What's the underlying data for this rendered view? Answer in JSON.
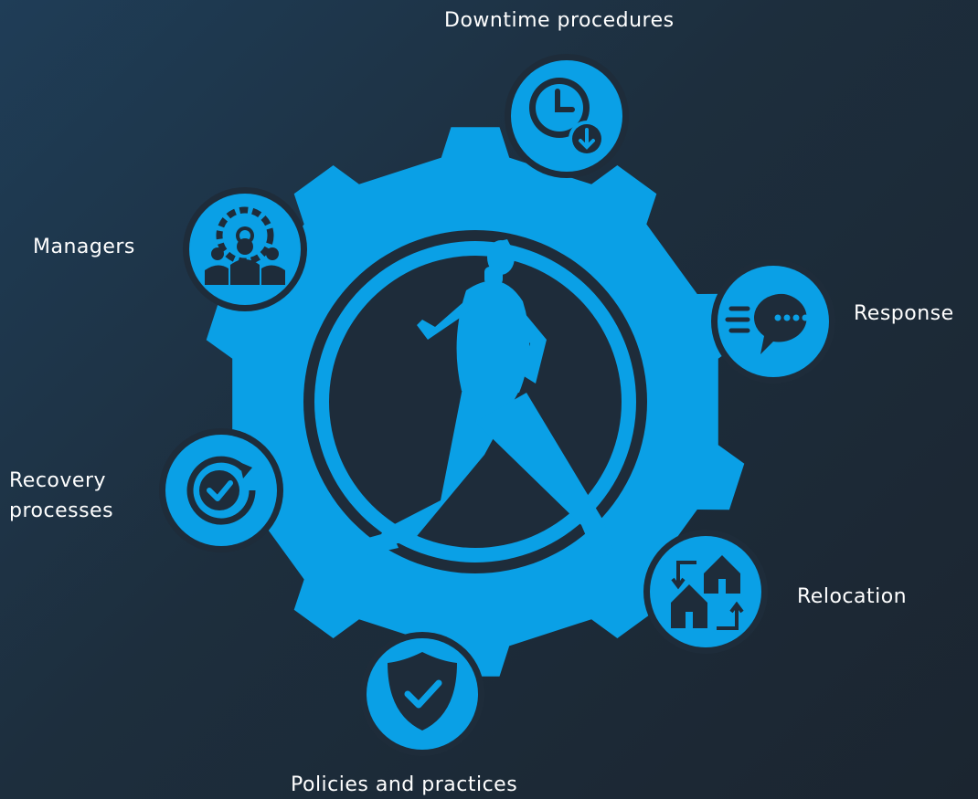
{
  "accent_color": "#0aa0e6",
  "background_color": "#1d2e3d",
  "center": {
    "icon": "running-person-icon"
  },
  "nodes": [
    {
      "id": "downtime",
      "label": "Downtime procedures",
      "icon": "clock-download-icon"
    },
    {
      "id": "managers",
      "label": "Managers",
      "icon": "gear-team-icon"
    },
    {
      "id": "response",
      "label": "Response",
      "icon": "chat-bubble-icon"
    },
    {
      "id": "recovery",
      "label": "Recovery processes",
      "icon": "refresh-check-icon"
    },
    {
      "id": "relocation",
      "label": "Relocation",
      "icon": "house-swap-icon"
    },
    {
      "id": "policies",
      "label": "Policies and practices",
      "icon": "shield-check-icon"
    }
  ]
}
